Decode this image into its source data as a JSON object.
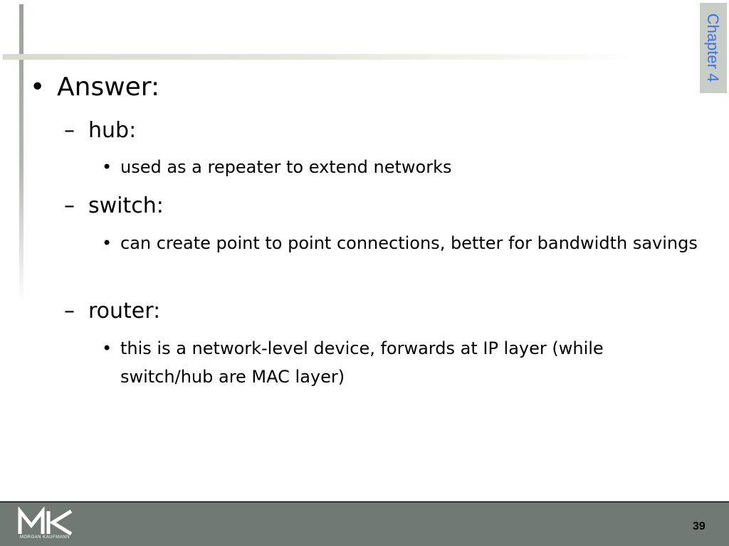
{
  "slide": {
    "chapter_label": "Chapter 4",
    "page_number": "39"
  },
  "content": {
    "heading_bullet": "•",
    "heading": "Answer:",
    "items": [
      {
        "dash": "–",
        "term": "hub:",
        "bullet": "•",
        "detail": "used as a repeater to extend networks"
      },
      {
        "dash": "–",
        "term": "switch:",
        "bullet": "•",
        "detail": "can create point to point connections, better for bandwidth savings"
      },
      {
        "dash": "–",
        "term": "router:",
        "bullet": "•",
        "detail": "this is a network-level device, forwards at IP layer (while switch/hub are MAC layer)"
      }
    ]
  },
  "footer": {
    "logo_mark": "MK",
    "logo_text": "MORGAN KAUFMANN"
  },
  "colors": {
    "footer_bar": "#717975",
    "chapter_tab": "#c9cdc8",
    "chapter_text": "#3f72e0"
  }
}
